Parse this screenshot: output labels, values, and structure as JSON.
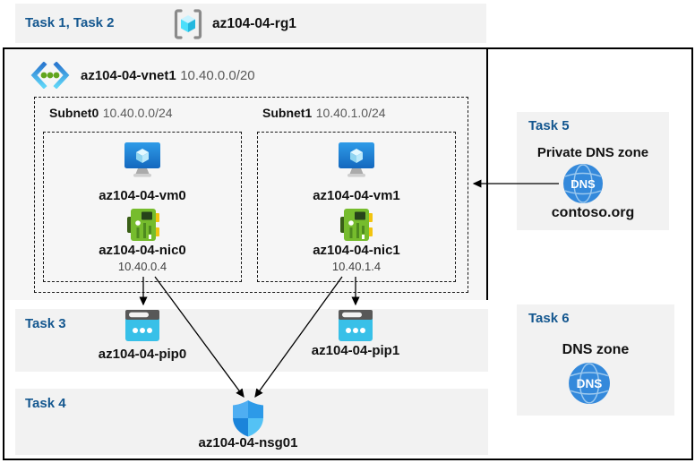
{
  "diagram": {
    "header": {
      "tasks_label": "Task 1, Task 2",
      "resource_group": "az104-04-rg1"
    },
    "vnet": {
      "name": "az104-04-vnet1",
      "cidr": "10.40.0.0/20"
    },
    "subnets": [
      {
        "name": "Subnet0",
        "cidr": "10.40.0.0/24",
        "vm": "az104-04-vm0",
        "nic": "az104-04-nic0",
        "ip": "10.40.0.4"
      },
      {
        "name": "Subnet1",
        "cidr": "10.40.1.0/24",
        "vm": "az104-04-vm1",
        "nic": "az104-04-nic1",
        "ip": "10.40.1.4"
      }
    ],
    "task3": {
      "label": "Task 3",
      "pip0": "az104-04-pip0",
      "pip1": "az104-04-pip1"
    },
    "task4": {
      "label": "Task 4",
      "nsg": "az104-04-nsg01"
    },
    "task5": {
      "label": "Task 5",
      "title": "Private DNS zone",
      "zone_name": "contoso.org",
      "dns_icon_text": "DNS"
    },
    "task6": {
      "label": "Task 6",
      "title": "DNS zone",
      "dns_icon_text": "DNS"
    },
    "colors": {
      "task_heading": "#14578F",
      "band_bg": "#F2F2F2",
      "vnet_bg": "#F6F6F6",
      "secondary_text": "#595959",
      "arrow": "#000000",
      "nic_green": "#76BC2D",
      "pip_cyan": "#38C0E8",
      "dns_blue": "#3489DB"
    }
  }
}
